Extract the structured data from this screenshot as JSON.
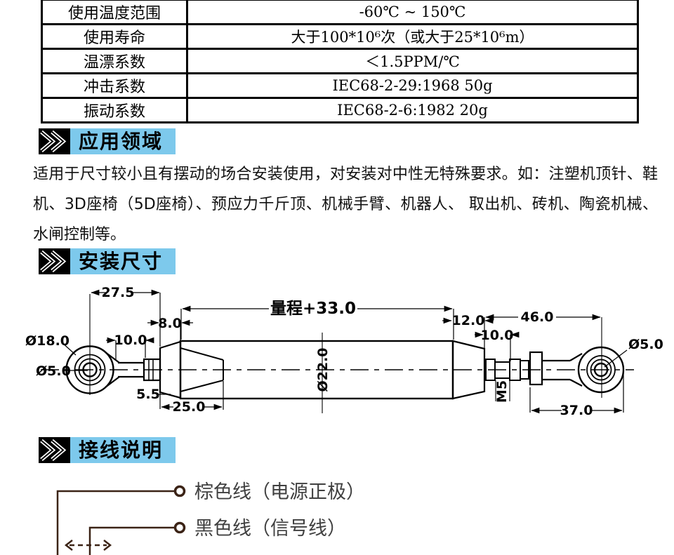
{
  "spec_table": {
    "rows": [
      {
        "label": "使用温度范围",
        "value": "-60℃ ~ 150℃"
      },
      {
        "label": "使用寿命",
        "value": "大于100*10⁶次（或大于25*10⁶m）"
      },
      {
        "label": "温漂系数",
        "value": "＜1.5PPM/℃"
      },
      {
        "label": "冲击系数",
        "value": "IEC68-2-29:1968 50g"
      },
      {
        "label": "振动系数",
        "value": "IEC68-2-6:1982 20g"
      }
    ]
  },
  "sections": {
    "application": {
      "title": "应用领域",
      "body": "适用于尺寸较小且有摆动的场合安装使用，对安装对中性无特殊要求。如：注塑机顶针、鞋机、3D座椅（5D座椅）、预应力千斤顶、机械手臂、机器人、 取出机、砖机、陶瓷机械、水闸控制等。"
    },
    "installation": {
      "title": "安装尺寸"
    },
    "wiring": {
      "title": "接线说明"
    }
  },
  "drawing": {
    "labels": {
      "left_end_len": "27.5",
      "range": "量程+33.0",
      "front_offset": "8.0",
      "shaft_left": "10.0",
      "dia_outer": "Ø18.0",
      "dia_hole_left": "Ø5.0",
      "nut_gap": "5.5",
      "front_len": "25.0",
      "dia_body": "Ø22.0",
      "cap_len": "12.0",
      "rod_len": "46.0",
      "thread_len": "10.0",
      "thread": "M5",
      "rod_end_len": "37.0",
      "dia_hole_right": "Ø5.0"
    }
  },
  "wiring_diagram": {
    "wires": [
      {
        "label": "棕色线（电源正极）"
      },
      {
        "label": "黑色线（信号线）"
      }
    ],
    "wire_color": "#3b2316",
    "label_color": "#404040"
  },
  "colors": {
    "section_highlight": "#7dc9ec",
    "section_icon_bg": "#000000",
    "table_border": "#000000",
    "drawing_line": "#000000"
  }
}
